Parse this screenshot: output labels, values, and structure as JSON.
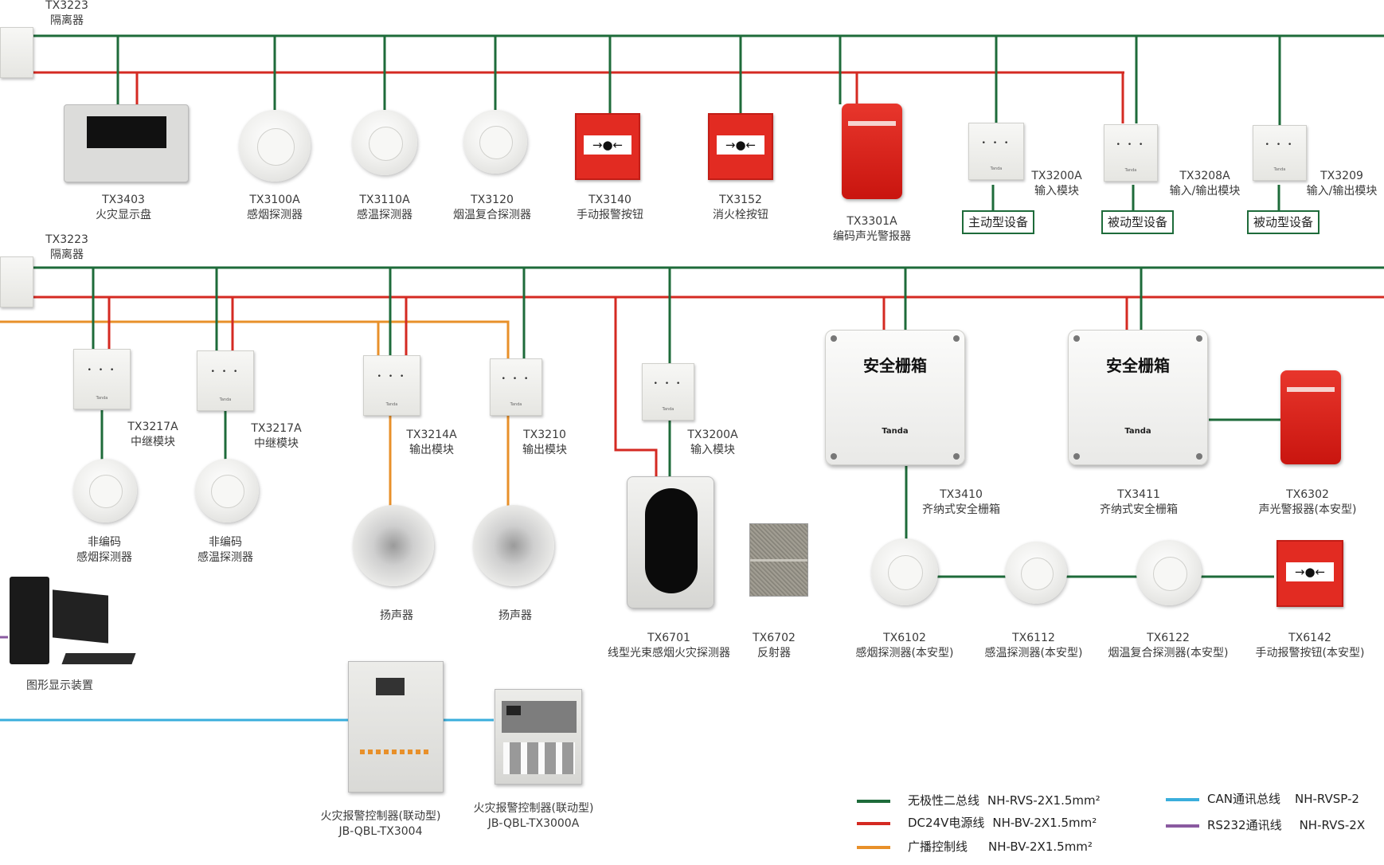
{
  "diagram": {
    "colors": {
      "bus_green": "#1e6b3a",
      "power_red": "#d42a22",
      "broadcast_orange": "#e8902a",
      "can_blue": "#3aaedc",
      "rs232_purple": "#8a5aa0"
    },
    "row1": {
      "isolator": {
        "model": "TX3223",
        "name": "隔离器"
      },
      "devices": [
        {
          "model": "TX3403",
          "name": "火灾显示盘"
        },
        {
          "model": "TX3100A",
          "name": "感烟探测器"
        },
        {
          "model": "TX3110A",
          "name": "感温探测器"
        },
        {
          "model": "TX3120",
          "name": "烟温复合探测器"
        },
        {
          "model": "TX3140",
          "name": "手动报警按钮"
        },
        {
          "model": "TX3152",
          "name": "消火栓按钮"
        },
        {
          "model": "TX3301A",
          "name": "编码声光警报器"
        },
        {
          "model": "TX3200A",
          "name": "输入模块",
          "equipment": "主动型设备"
        },
        {
          "model": "TX3208A",
          "name": "输入/输出模块",
          "equipment": "被动型设备"
        },
        {
          "model": "TX3209",
          "name": "输入/输出模块",
          "equipment": "被动型设备"
        }
      ]
    },
    "row2": {
      "isolator": {
        "model": "TX3223",
        "name": "隔离器"
      },
      "modules": [
        {
          "model": "TX3217A",
          "name": "中继模块",
          "attached": "非编码\n感烟探测器",
          "attached_l1": "非编码",
          "attached_l2": "感烟探测器"
        },
        {
          "model": "TX3217A",
          "name": "中继模块",
          "attached_l1": "非编码",
          "attached_l2": "感温探测器"
        },
        {
          "model": "TX3214A",
          "name": "输出模块",
          "attached_l1": "扬声器"
        },
        {
          "model": "TX3210",
          "name": "输出模块",
          "attached_l1": "扬声器"
        },
        {
          "model": "TX3200A",
          "name": "输入模块"
        }
      ],
      "beam_detector": {
        "model": "TX6701",
        "name": "线型光束感烟火灾探测器"
      },
      "reflector": {
        "model": "TX6702",
        "name": "反射器"
      },
      "barriers": [
        {
          "title": "安全栅箱",
          "brand": "Tanda",
          "model": "TX3410",
          "name": "齐纳式安全栅箱"
        },
        {
          "title": "安全栅箱",
          "brand": "Tanda",
          "model": "TX3411",
          "name": "齐纳式安全栅箱"
        }
      ],
      "alarm_is": {
        "model": "TX6302",
        "name": "声光警报器(本安型)"
      },
      "is_devices": [
        {
          "model": "TX6102",
          "name": "感烟探测器(本安型)"
        },
        {
          "model": "TX6112",
          "name": "感温探测器(本安型)"
        },
        {
          "model": "TX6122",
          "name": "烟温复合探测器(本安型)"
        },
        {
          "model": "TX6142",
          "name": "手动报警按钮(本安型)"
        }
      ]
    },
    "graphics_display": {
      "name": "图形显示装置"
    },
    "controllers": [
      {
        "name": "火灾报警控制器(联动型)",
        "model": "JB-QBL-TX3004"
      },
      {
        "name": "火灾报警控制器(联动型)",
        "model": "JB-QBL-TX3000A"
      }
    ],
    "module_face": {
      "leds": "• • •",
      "brand": "Tanda"
    },
    "legend": [
      {
        "label": "无极性二总线",
        "spec": "NH-RVS-2X1.5mm²",
        "color": "#1e6b3a"
      },
      {
        "label": "DC24V电源线",
        "spec": "NH-BV-2X1.5mm²",
        "color": "#d42a22"
      },
      {
        "label": "广播控制线",
        "spec": "NH-BV-2X1.5mm²",
        "color": "#e8902a"
      },
      {
        "label": "CAN通讯总线",
        "spec": "NH-RVSP-2",
        "color": "#3aaedc"
      },
      {
        "label": "RS232通讯线",
        "spec": "NH-RVS-2X",
        "color": "#8a5aa0"
      }
    ]
  }
}
